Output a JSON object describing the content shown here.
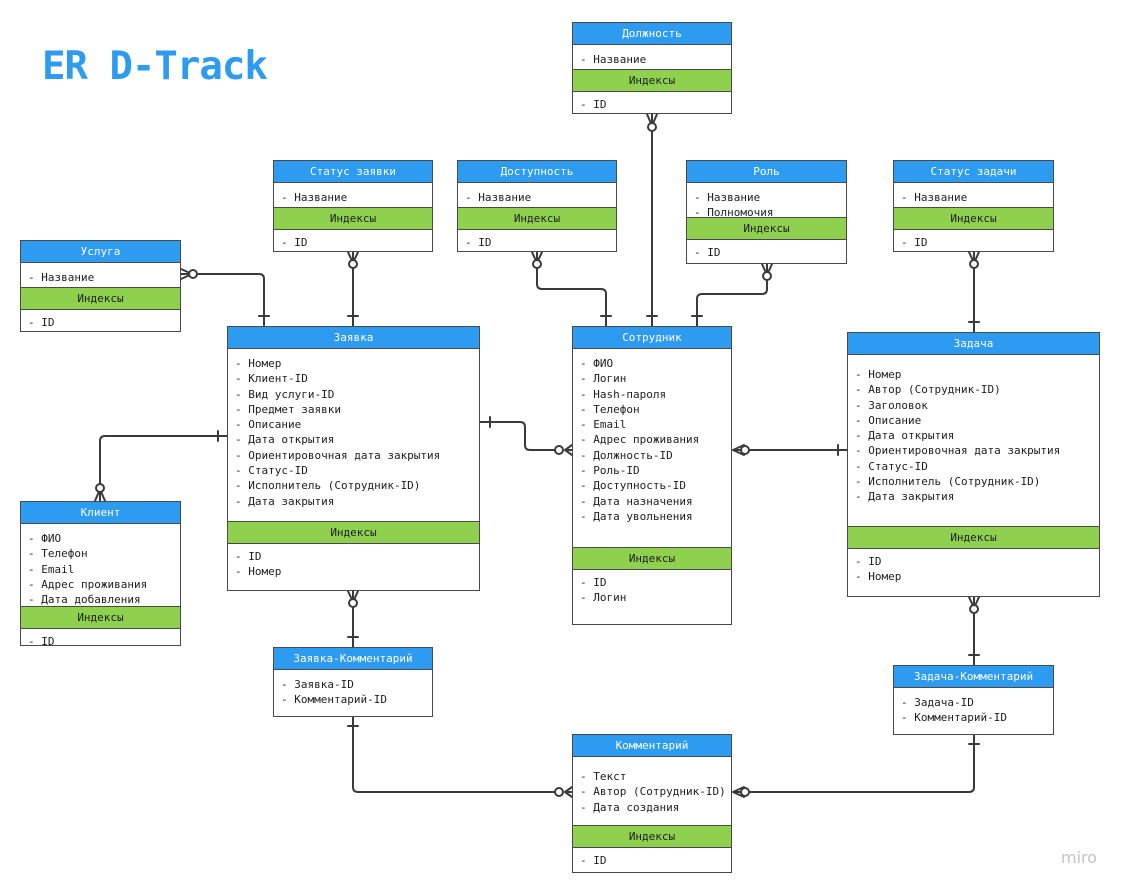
{
  "title": "ER D-Track",
  "watermark": "miro",
  "index_label": "Индексы",
  "entities": {
    "dolzhnost": {
      "name": "Должность",
      "attrs": [
        "- Название"
      ],
      "keys": [
        "- ID"
      ]
    },
    "status_zayavki": {
      "name": "Статус заявки",
      "attrs": [
        "- Название"
      ],
      "keys": [
        "- ID"
      ]
    },
    "dostupnost": {
      "name": "Доступность",
      "attrs": [
        "- Название"
      ],
      "keys": [
        "- ID"
      ]
    },
    "rol": {
      "name": "Роль",
      "attrs": [
        "- Название",
        "- Полномочия"
      ],
      "keys": [
        "- ID"
      ]
    },
    "status_zadachi": {
      "name": "Статус задачи",
      "attrs": [
        "- Название"
      ],
      "keys": [
        "- ID"
      ]
    },
    "usluga": {
      "name": "Услуга",
      "attrs": [
        "- Название"
      ],
      "keys": [
        "- ID"
      ]
    },
    "zayavka": {
      "name": "Заявка",
      "attrs": [
        "- Номер",
        "- Клиент-ID",
        "- Вид услуги-ID",
        "- Предмет заявки",
        "- Описание",
        "- Дата открытия",
        "- Ориентировочная дата закрытия",
        "- Статус-ID",
        "- Исполнитель (Сотрудник-ID)",
        "- Дата закрытия"
      ],
      "keys": [
        "- ID",
        "- Номер"
      ]
    },
    "sotrudnik": {
      "name": "Сотрудник",
      "attrs": [
        "- ФИО",
        "- Логин",
        "- Hash-пароля",
        "- Телефон",
        "- Email",
        "- Адрес проживания",
        "- Должность-ID",
        "- Роль-ID",
        "- Доступность-ID",
        "- Дата назначения",
        "- Дата увольнения"
      ],
      "keys": [
        "- ID",
        "- Логин"
      ]
    },
    "zadacha": {
      "name": "Задача",
      "attrs": [
        "- Номер",
        "- Автор (Сотрудник-ID)",
        "- Заголовок",
        "- Описание",
        "- Дата открытия",
        "- Ориентировочная дата закрытия",
        "- Статус-ID",
        "- Исполнитель (Сотрудник-ID)",
        "- Дата закрытия"
      ],
      "keys": [
        "- ID",
        "- Номер"
      ]
    },
    "klient": {
      "name": "Клиент",
      "attrs": [
        "- ФИО",
        "- Телефон",
        "- Email",
        "- Адрес проживания",
        "- Дата добавления"
      ],
      "keys": [
        "- ID"
      ]
    },
    "zayavka_komm": {
      "name": "Заявка-Комментарий",
      "attrs": [
        "- Заявка-ID",
        "- Комментарий-ID"
      ],
      "keys": []
    },
    "zadacha_komm": {
      "name": "Задача-Комментарий",
      "attrs": [
        "- Задача-ID",
        "- Комментарий-ID"
      ],
      "keys": []
    },
    "kommentariy": {
      "name": "Комментарий",
      "attrs": [
        "- Текст",
        "- Автор (Сотрудник-ID)",
        "- Дата создания"
      ],
      "keys": [
        "- ID"
      ]
    }
  },
  "colors": {
    "header": "#2d9bf0",
    "index_header": "#8fd14f",
    "line": "#3a3a3a",
    "title": "#2d9bf0"
  }
}
